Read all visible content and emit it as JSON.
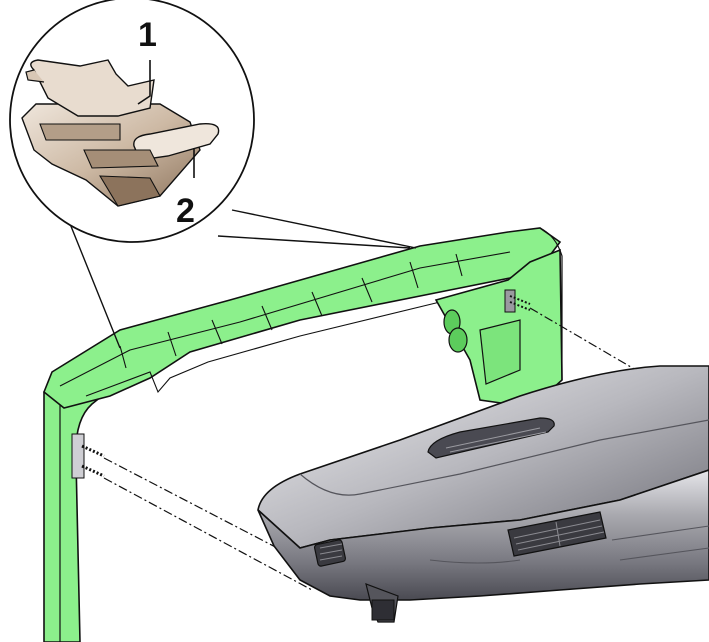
{
  "callouts": [
    {
      "id": "1",
      "label": "1"
    },
    {
      "id": "2",
      "label": "2"
    }
  ],
  "colors": {
    "frame_green": "#8cf08c",
    "frame_green_dark": "#5ccc5c",
    "dashboard_gray": "#9a9aa0",
    "dashboard_light": "#d2d2d6",
    "dashboard_dark": "#55555c",
    "clip_tan": "#d8c7b5",
    "clip_dark": "#8a7460",
    "outline": "#111111"
  }
}
